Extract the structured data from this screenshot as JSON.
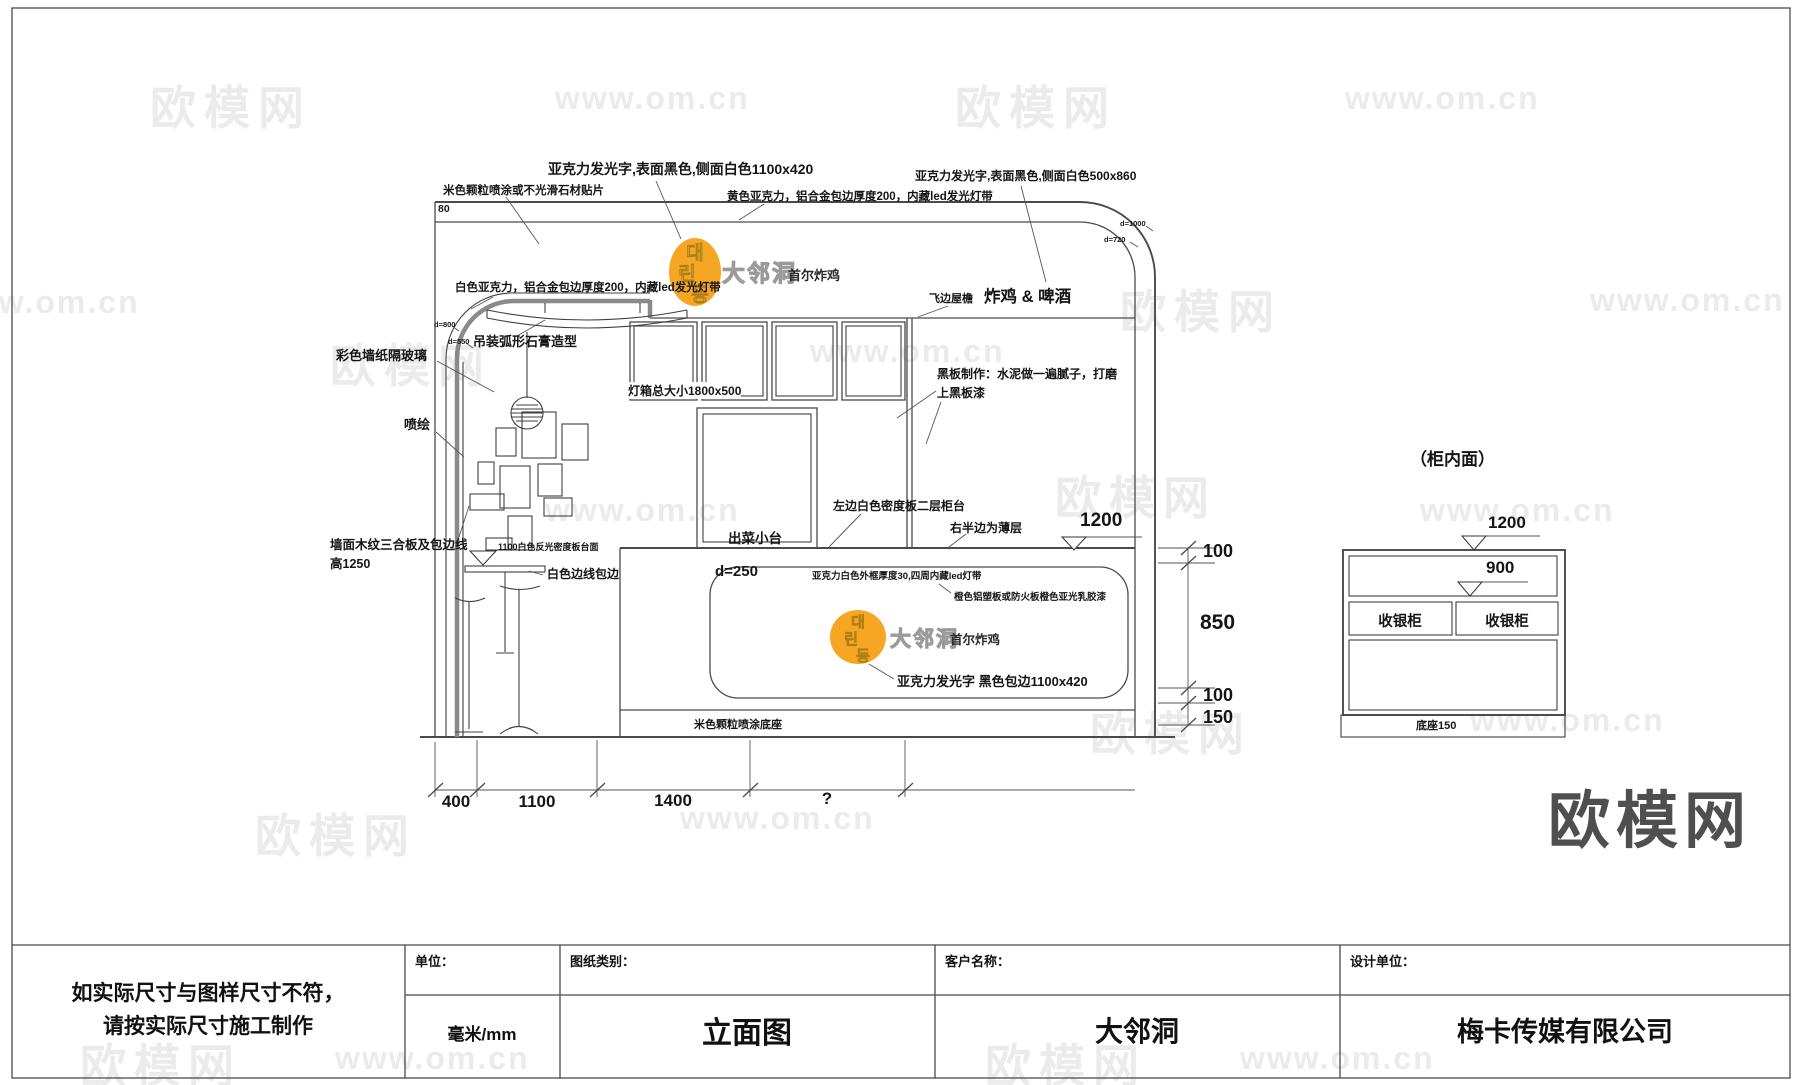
{
  "watermark": {
    "cn": "欧模网",
    "url": "www.om.cn"
  },
  "brand": {
    "logo": "欧模网"
  },
  "logo": {
    "kr1": "대",
    "kr2": "린",
    "kr3": "동",
    "name": "大邻洞",
    "sub": "首尔炸鸡"
  },
  "drawing": {
    "labels": {
      "band_80": "80",
      "beige_top": "米色颗粒喷涂或不光滑石材贴片",
      "acrylic_sign_main": "亚克力发光字,表面黑色,侧面白色1100x420",
      "acrylic_sign_side": "亚克力发光字,表面黑色,侧面白色500x860",
      "yellow_acrylic": "黄色亚克力，铝合金包边厚度200，内藏led发光灯带",
      "white_acrylic": "白色亚克力，铝合金包边厚度200，内藏led发光灯带",
      "d800": "d=800",
      "d550": "d=550",
      "d1000": "d=1000",
      "d720": "d=720",
      "plaster": "吊装弧形石膏造型",
      "wallpaper_glass": "彩色墙纸隔玻璃",
      "inkjet": "喷绘",
      "lightbox_size": "灯箱总大小1800x500",
      "eave": "飞边屋檐",
      "sign_right": "炸鸡 & 啤酒",
      "blackboard_1": "黑板制作：水泥做一遍腻子，打磨",
      "blackboard_2": "上黑板漆",
      "left_counter": "左边白色密度板二层柜台",
      "right_thin": "右半边为薄层",
      "serve_window": "出菜小台",
      "wall_wood_1": "墙面木纹三合板及包边线",
      "wall_wood_2": "高1250",
      "tabletop": "1100白色反光密度板台面",
      "white_edge": "白色边线包边",
      "d250": "d=250",
      "acrylic_frame": "亚克力白色外框厚度30,四周内藏led灯带",
      "orange_board": "橙色铝塑板或防火板橙色亚光乳胶漆",
      "counter_sign": "亚克力发光字 黑色包边1100x420",
      "beige_base": "米色颗粒喷涂底座"
    },
    "dims": {
      "b400": "400",
      "b1100": "1100",
      "b1400": "1400",
      "bq": "?",
      "h1200": "1200",
      "r100a": "100",
      "r850": "850",
      "r100b": "100",
      "r150": "150"
    }
  },
  "cabinet": {
    "title": "（柜内面）",
    "dim_w": "1200",
    "dim_inner": "900",
    "drawer1": "收银柜",
    "drawer2": "收银柜",
    "base": "底座150"
  },
  "titleblock": {
    "note_1": "如实际尺寸与图样尺寸不符，",
    "note_2": "请按实际尺寸施工制作",
    "unit_label": "单位：",
    "unit_value": "毫米/mm",
    "type_label": "图纸类别：",
    "type_value": "立面图",
    "client_label": "客户名称：",
    "client_value": "大邻洞",
    "designer_label": "设计单位：",
    "designer_value": "梅卡传媒有限公司"
  }
}
